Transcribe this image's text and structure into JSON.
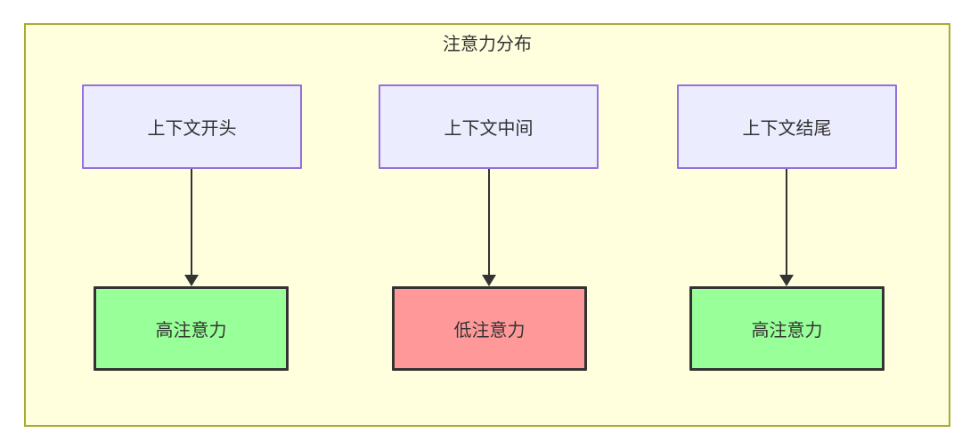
{
  "diagram": {
    "title": "注意力分布",
    "columns": [
      {
        "source": "上下文开头",
        "target": "高注意力",
        "attention": "high"
      },
      {
        "source": "上下文中间",
        "target": "低注意力",
        "attention": "low"
      },
      {
        "source": "上下文结尾",
        "target": "高注意力",
        "attention": "high"
      }
    ],
    "colors": {
      "cluster_background": "#ffffde",
      "cluster_border": "#aaaa33",
      "source_node_background": "#ececff",
      "source_node_border": "#9370db",
      "high_attention_background": "#99ff99",
      "low_attention_background": "#ff9999",
      "target_node_border": "#333333",
      "arrow": "#333333",
      "text": "#333333"
    }
  }
}
